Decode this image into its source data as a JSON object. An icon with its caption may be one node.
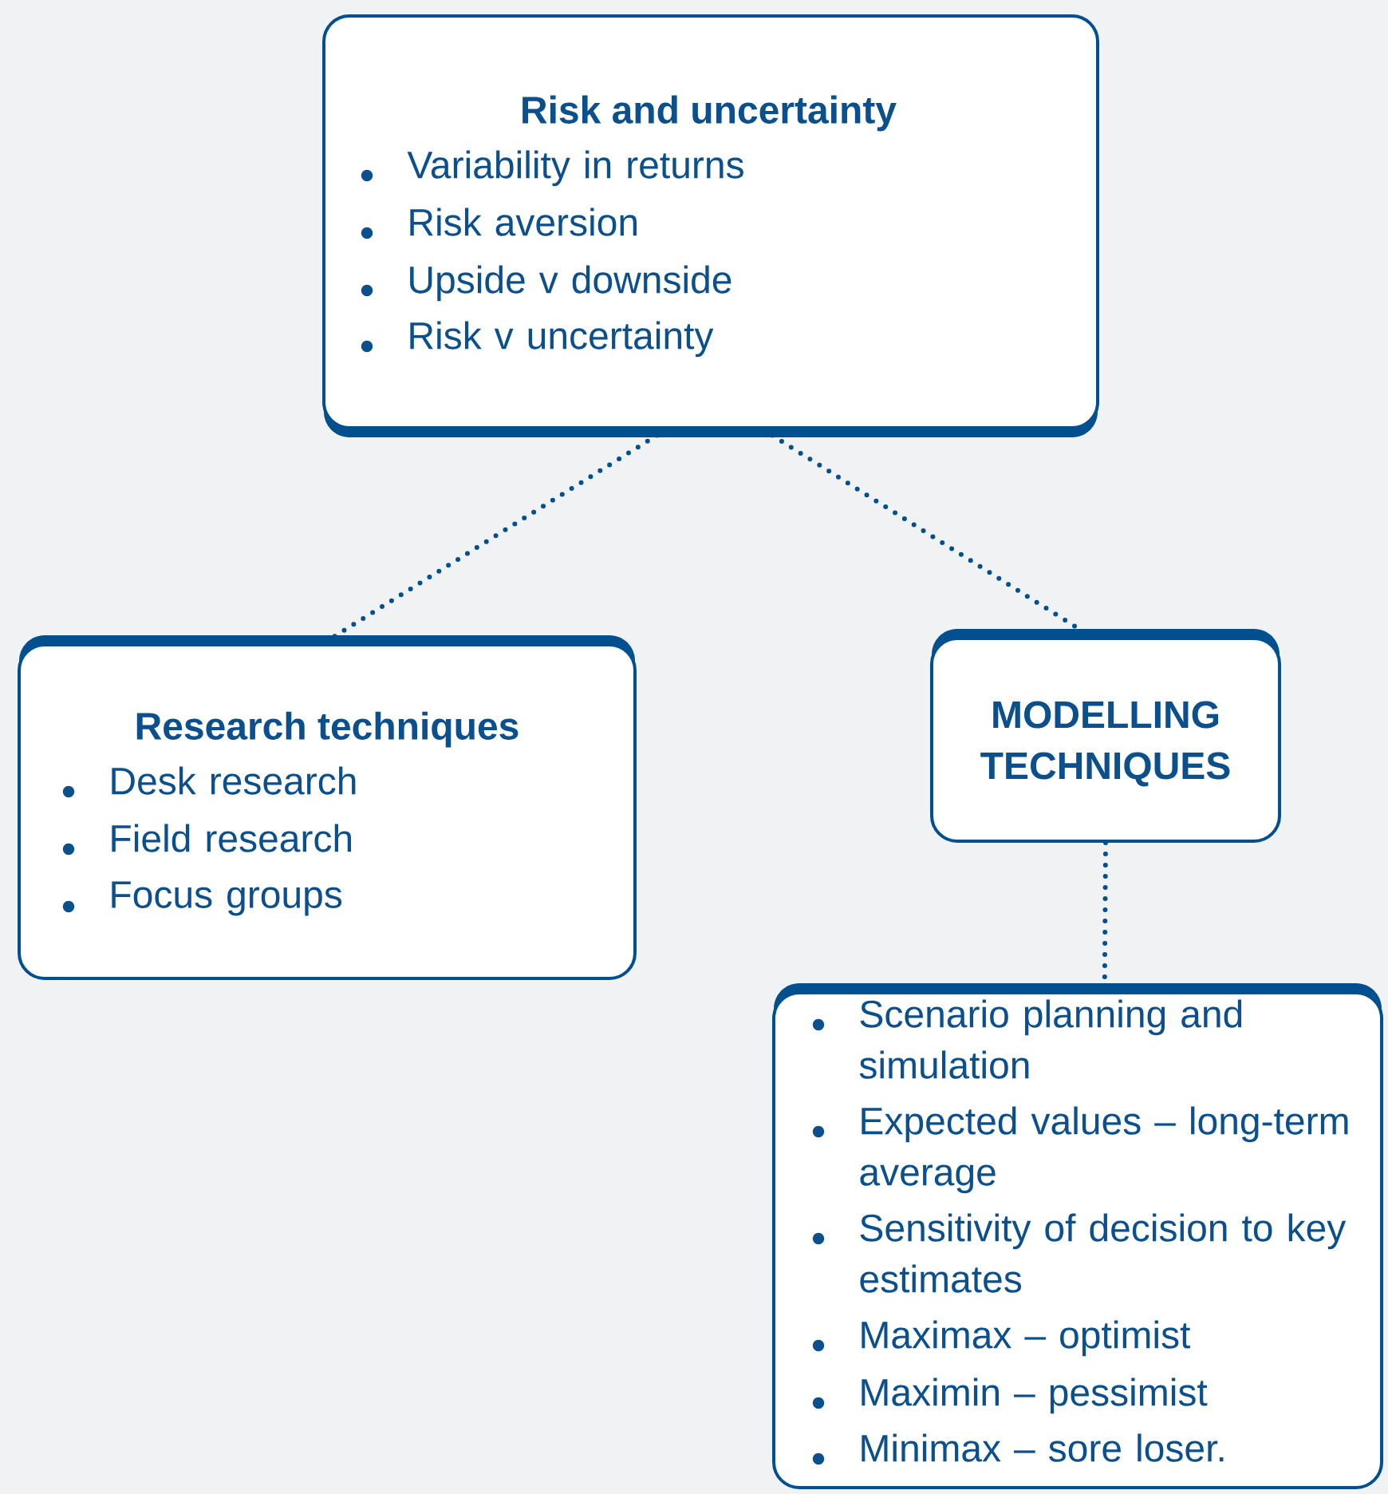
{
  "diagram": {
    "nodes": [
      {
        "text": [
          "Risk and uncertainty",
          "Variability in returns",
          "Risk aversion",
          "Upside v downside",
          "Risk v uncertainty"
        ]
      },
      {
        "text": [
          "Research techniques",
          "Desk research",
          "Field research",
          "Focus groups"
        ]
      },
      {
        "text": [
          "MODELLING TECHNIQUES"
        ]
      },
      {
        "text": [
          "Scenario planning and simulation",
          "Expected values – long-term average",
          "Sensitivity of decision to key estimates",
          "Maximax – optimist",
          "Maximin – pessimist",
          "Minimax – sore loser."
        ]
      }
    ],
    "edges": [
      {
        "from": 0,
        "to": 1,
        "arrow": "none"
      },
      {
        "from": 0,
        "to": 2,
        "arrow": "none"
      },
      {
        "from": 2,
        "to": 3,
        "arrow": "none"
      }
    ]
  }
}
